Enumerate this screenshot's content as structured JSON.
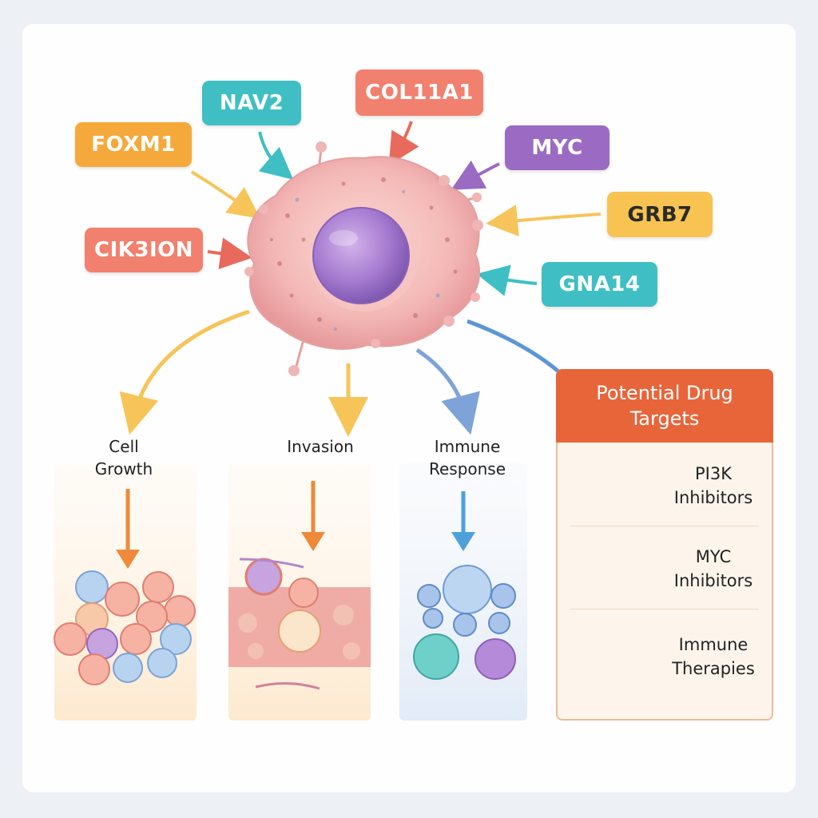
{
  "genes": {
    "foxm1": "FOXM1",
    "nav2": "NAV2",
    "col11a1": "COL11A1",
    "myc": "MYC",
    "grb7": "GRB7",
    "gna14": "GNA14",
    "cik3ion": "CIK3ION"
  },
  "outcomes": {
    "cell_growth_line1": "Cell",
    "cell_growth_line2": "Growth",
    "invasion": "Invasion",
    "immune_line1": "Immune",
    "immune_line2": "Response"
  },
  "drug_targets": {
    "title_line1": "Potential Drug",
    "title_line2": "Targets",
    "items": [
      {
        "line1": "PI3K",
        "line2": "Inhibitors",
        "icon": "pill-capsules-icon"
      },
      {
        "line1": "MYC",
        "line2": "Inhibitors",
        "icon": "syringe-icon"
      },
      {
        "line1": "Immune",
        "line2": "Therapies",
        "icon": "medicine-bottle-icon"
      }
    ]
  },
  "colors": {
    "orange_gene": "#f6a93b",
    "teal_gene": "#3fbfc4",
    "salmon_gene": "#f2806e",
    "purple_gene": "#9b6bc3",
    "yellow_gene": "#f8c350",
    "drug_header": "#e8653a"
  }
}
